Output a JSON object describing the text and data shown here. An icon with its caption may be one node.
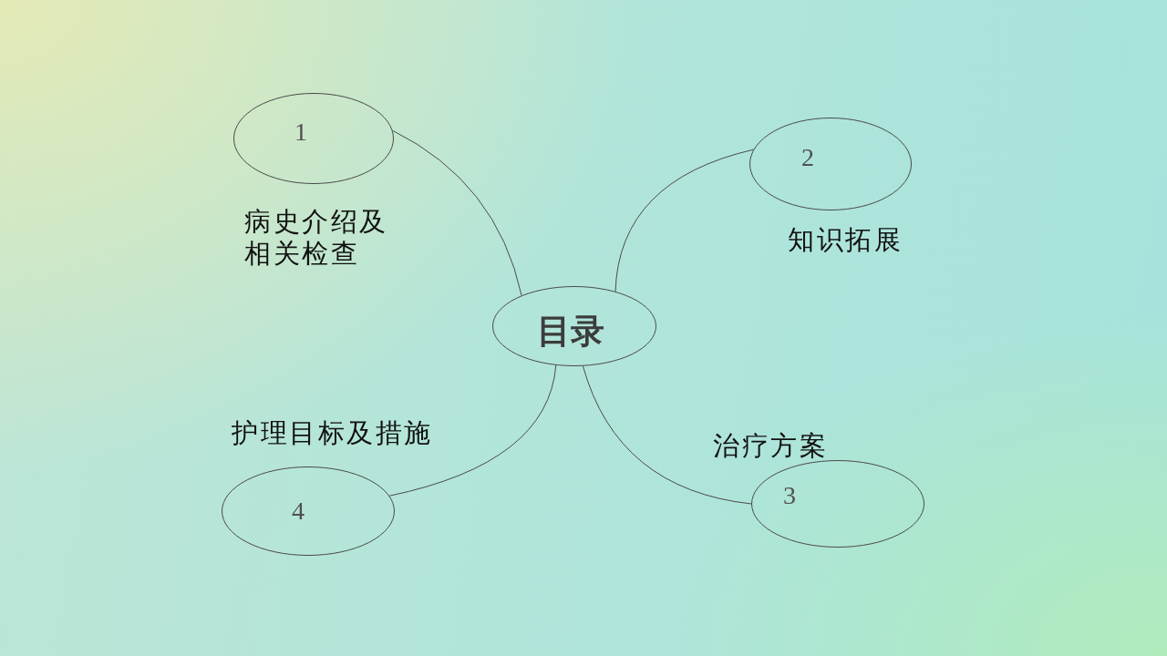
{
  "diagram": {
    "nodes": [
      {
        "text": [
          "1"
        ],
        "beside": [
          "病史介绍及相关检查"
        ]
      },
      {
        "text": [
          "2"
        ],
        "beside": [
          "知识拓展"
        ]
      },
      {
        "text": [
          "目录"
        ]
      },
      {
        "text": [
          "4"
        ],
        "beside": [
          "护理目标及措施"
        ]
      },
      {
        "text": [
          "3"
        ],
        "beside": [
          "治疗方案"
        ]
      }
    ],
    "edges": [
      {
        "from": 2,
        "to": 0,
        "arrow": "none"
      },
      {
        "from": 2,
        "to": 1,
        "arrow": "none"
      },
      {
        "from": 2,
        "to": 3,
        "arrow": "none"
      },
      {
        "from": 2,
        "to": 4,
        "arrow": "none"
      }
    ]
  }
}
